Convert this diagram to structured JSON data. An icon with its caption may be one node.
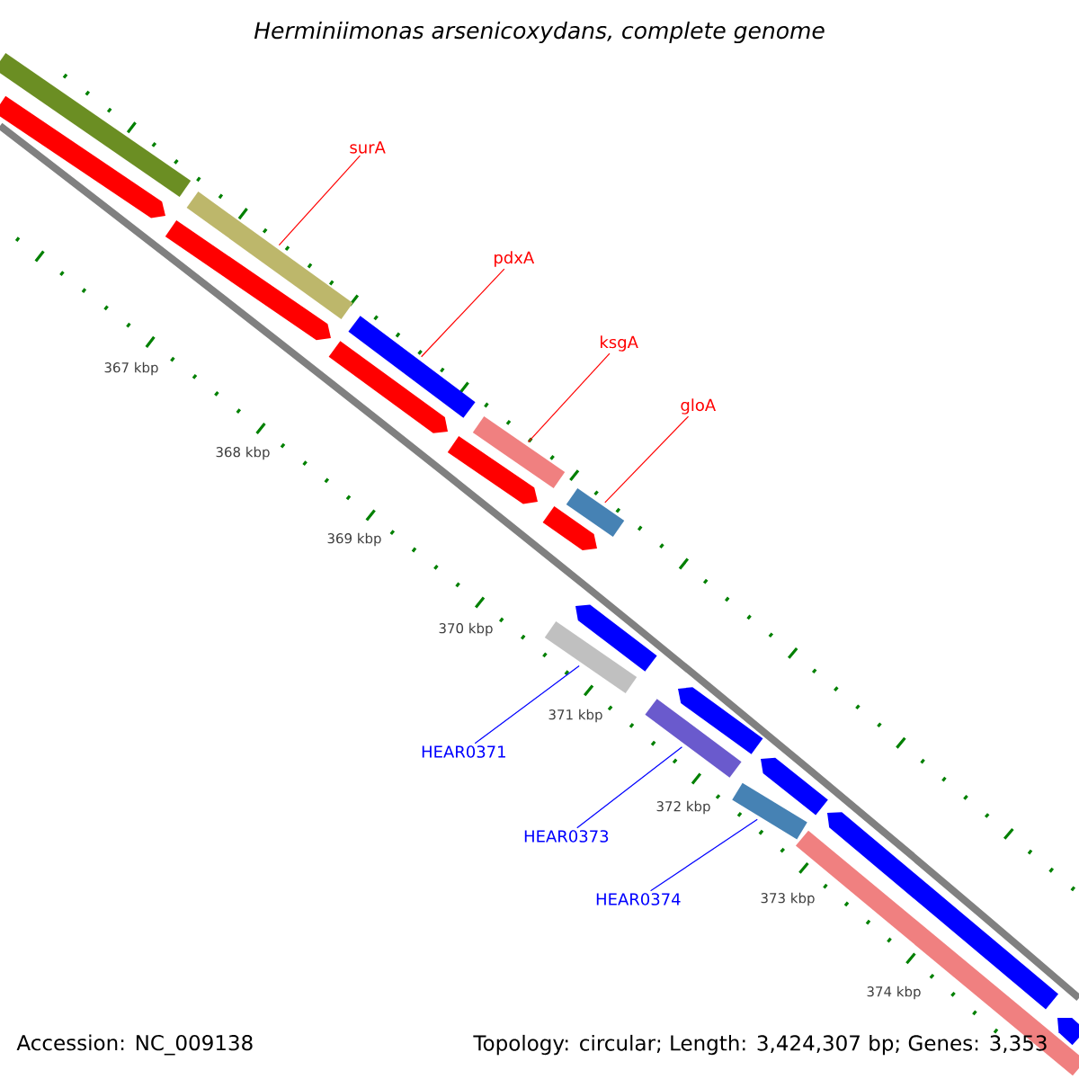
{
  "diagram": {
    "title": "Herminiimonas arsenicoxydans, complete genome",
    "nodes": [
      {
        "text": [
          "surA"
        ]
      },
      {
        "text": [],
        "shape": "bar"
      },
      {
        "text": [
          "pdxA"
        ]
      },
      {
        "text": [],
        "shape": "bar"
      },
      {
        "text": [
          "ksgA"
        ]
      },
      {
        "text": [],
        "shape": "bar"
      },
      {
        "text": [
          "gloA"
        ]
      },
      {
        "text": [],
        "shape": "bar"
      },
      {
        "text": [
          "HEAR0371"
        ]
      },
      {
        "text": [],
        "shape": "bar"
      },
      {
        "text": [
          "HEAR0373"
        ]
      },
      {
        "text": [],
        "shape": "bar"
      },
      {
        "text": [
          "HEAR0374"
        ]
      },
      {
        "text": [],
        "shape": "bar"
      },
      {
        "text": [],
        "shape": "bar"
      },
      {
        "text": [],
        "shape": "arrow"
      },
      {
        "text": [],
        "shape": "arrow"
      },
      {
        "text": [],
        "shape": "arrow"
      },
      {
        "text": [],
        "shape": "arrow"
      },
      {
        "text": [],
        "shape": "arrow"
      },
      {
        "text": [],
        "shape": "arrow"
      },
      {
        "text": [],
        "shape": "arrow"
      },
      {
        "text": [],
        "shape": "arrow"
      },
      {
        "text": [],
        "shape": "arrow"
      },
      {
        "text": [],
        "shape": "bar"
      },
      {
        "text": [],
        "shape": "arrow"
      }
    ],
    "edges": [
      {
        "from": 0,
        "to": 1,
        "arrow": "none",
        "color": "#ff0000"
      },
      {
        "from": 2,
        "to": 3,
        "arrow": "none",
        "color": "#ff0000"
      },
      {
        "from": 4,
        "to": 5,
        "arrow": "none",
        "color": "#ff0000"
      },
      {
        "from": 6,
        "to": 7,
        "arrow": "none",
        "color": "#ff0000"
      },
      {
        "from": 8,
        "to": 9,
        "arrow": "none",
        "color": "#0000ff"
      },
      {
        "from": 10,
        "to": 11,
        "arrow": "none",
        "color": "#0000ff"
      },
      {
        "from": 12,
        "to": 13,
        "arrow": "none",
        "color": "#0000ff"
      }
    ],
    "labels": [
      "367 kbp",
      "368 kbp",
      "369 kbp",
      "370 kbp",
      "371 kbp",
      "372 kbp",
      "373 kbp",
      "374 kbp",
      "Accession: NC_009138",
      "Topology: circular; Length: 3,424,307 bp; Genes: 3,353"
    ]
  }
}
